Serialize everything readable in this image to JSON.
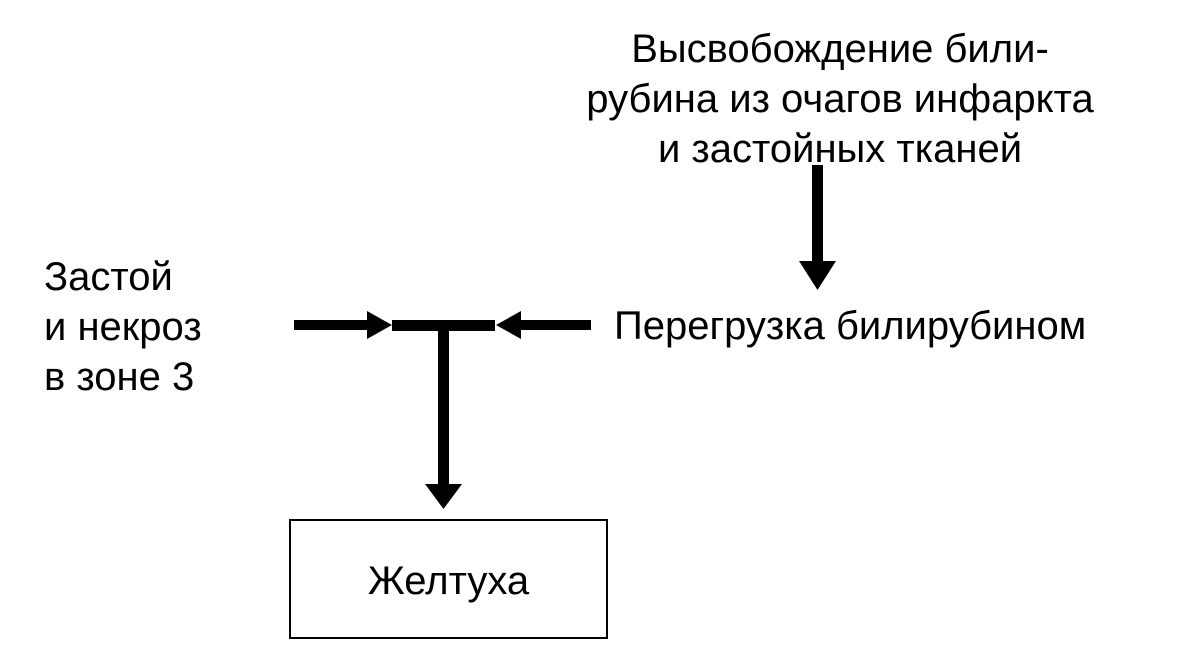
{
  "diagram": {
    "top_node": {
      "lines": [
        "Высвобождение били-",
        "рубина из очагов инфаркта",
        "и застойных тканей"
      ]
    },
    "left_node": {
      "lines": [
        "Застой",
        "и некроз",
        "в зоне 3"
      ]
    },
    "right_node": {
      "text": "Перегрузка билирубином"
    },
    "result_node": {
      "text": "Желтуха"
    },
    "edges": [
      {
        "from": "top_node",
        "to": "right_node"
      },
      {
        "from": "left_node",
        "to": "junction"
      },
      {
        "from": "right_node",
        "to": "junction"
      },
      {
        "from": "junction",
        "to": "result_node"
      }
    ],
    "colors": {
      "stroke": "#000000",
      "background": "#ffffff"
    }
  }
}
